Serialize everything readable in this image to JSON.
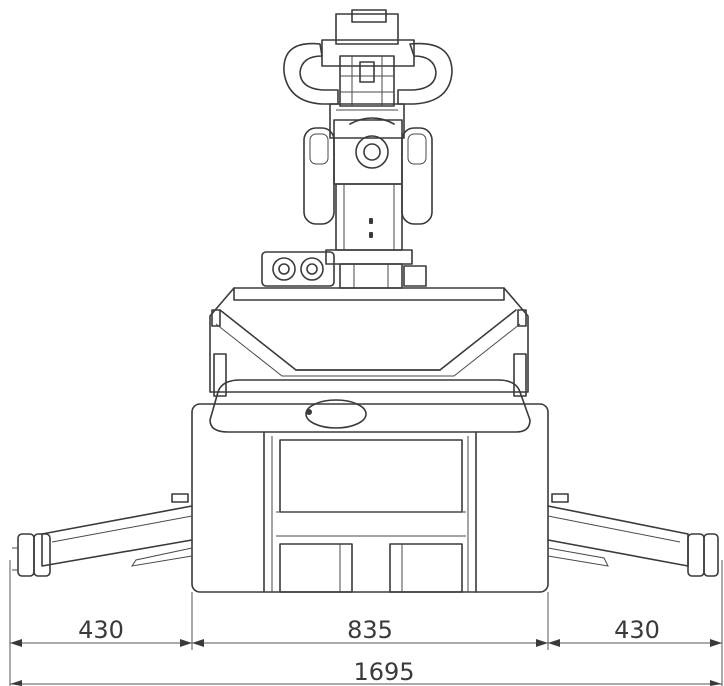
{
  "dimensions": {
    "left_outrigger": "430",
    "body_width": "835",
    "right_outrigger": "430",
    "overall_width": "1695"
  },
  "colors": {
    "line": "#3a3a3a",
    "background": "#ffffff"
  }
}
